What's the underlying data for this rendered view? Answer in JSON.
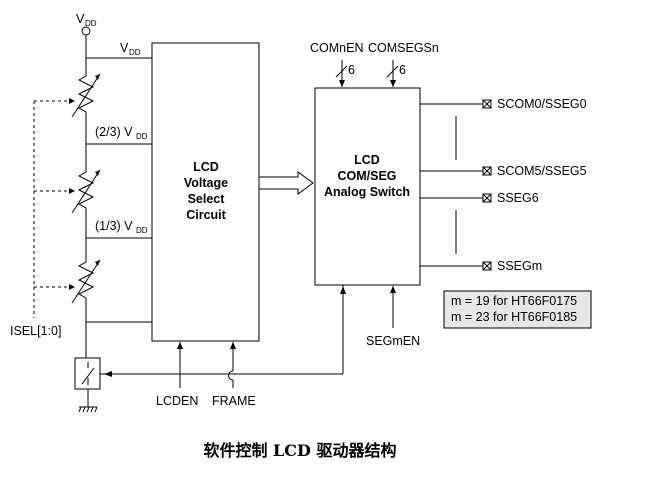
{
  "labels": {
    "vdd_main": "V",
    "vdd_main_sub": "DD",
    "vdd_top": "V",
    "vdd_top_sub": "DD",
    "two_thirds": "(2/3) V",
    "two_thirds_sub": "DD",
    "one_third": "(1/3) V",
    "one_third_sub": "DD",
    "isel": "ISEL[1:0]",
    "lcden": "LCDEN",
    "frame": "FRAME",
    "comnen": "COMnEN",
    "comsegsn": "COMSEGSn",
    "bus_width_1": "6",
    "bus_width_2": "6",
    "segmen": "SEGmEN"
  },
  "voltage_block": {
    "line1": "LCD",
    "line2": "Voltage",
    "line3": "Select",
    "line4": "Circuit"
  },
  "switch_block": {
    "line1": "LCD",
    "line2": "COM/SEG",
    "line3": "Analog Switch"
  },
  "outputs": [
    "SCOM0/SSEG0",
    "SCOM5/SSEG5",
    "SSEG6",
    "SSEGm"
  ],
  "note": {
    "line1": "m = 19 for HT66F0175",
    "line2": "m = 23 for HT66F0185"
  },
  "caption": "软件控制 LCD 驱动器结构"
}
